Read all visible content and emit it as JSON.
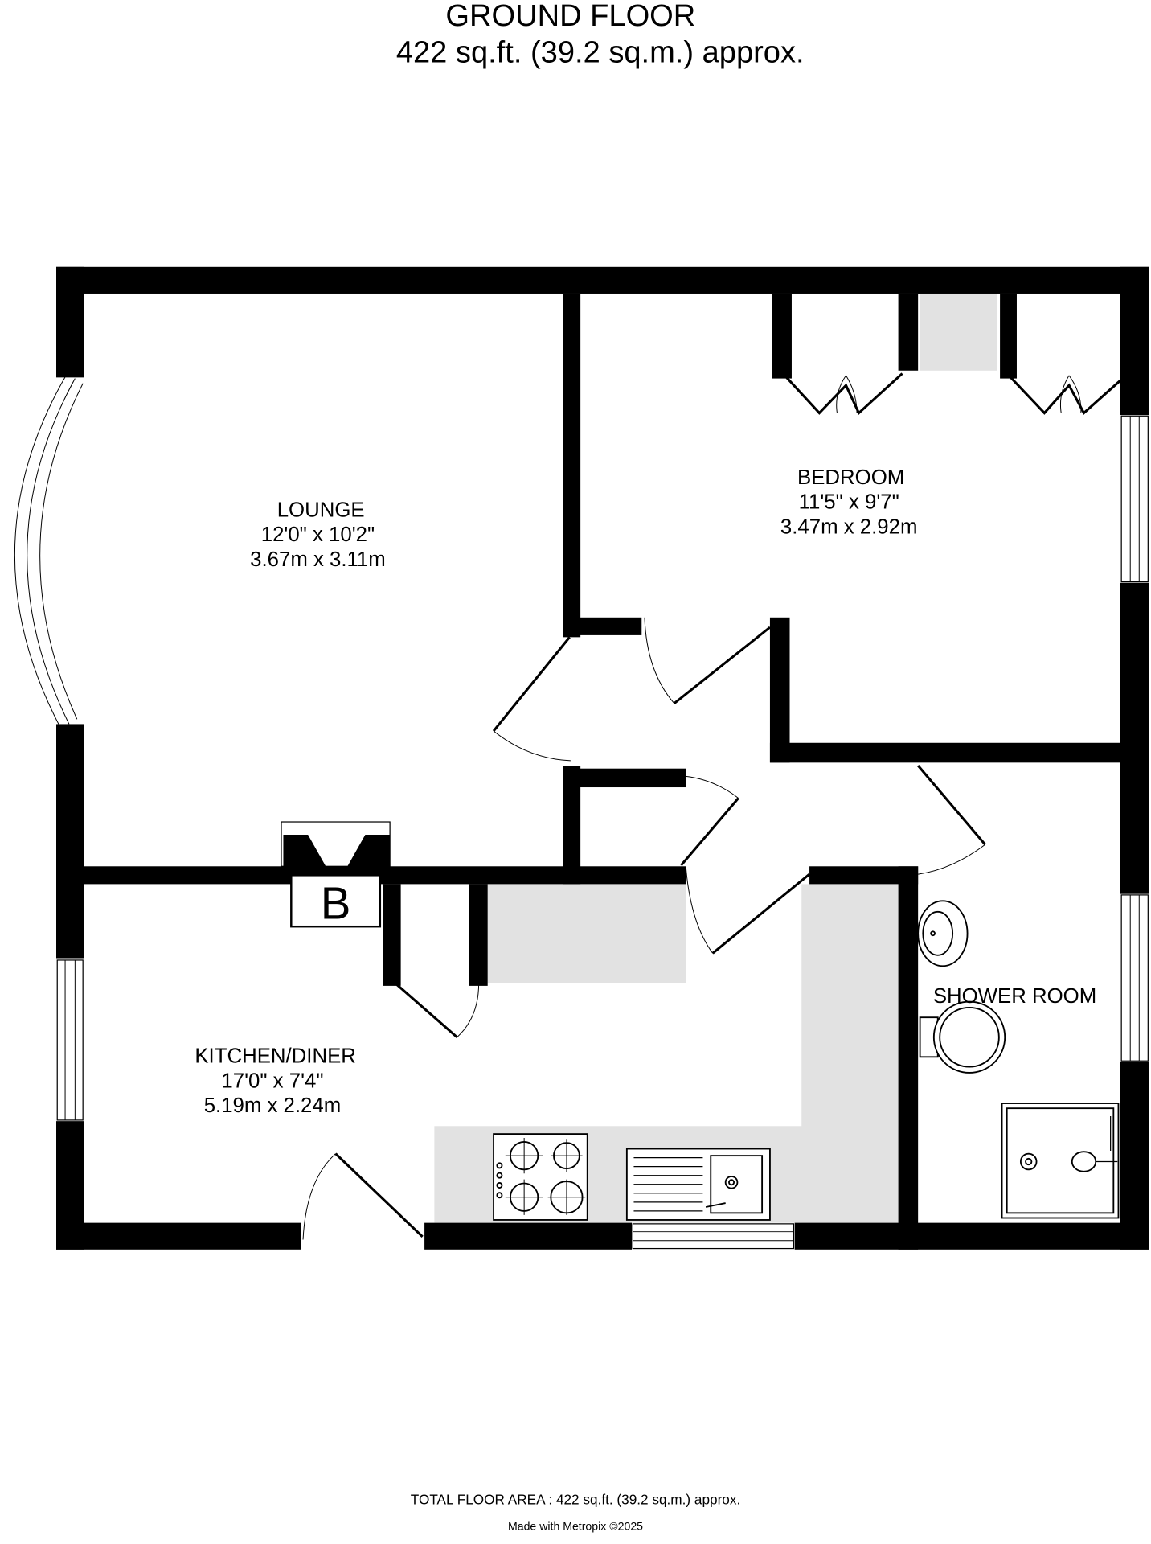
{
  "header": {
    "title": "GROUND FLOOR",
    "area": "422 sq.ft. (39.2 sq.m.) approx."
  },
  "rooms": [
    {
      "name": "LOUNGE",
      "imperial": "12'0\"  x 10'2\"",
      "metric": "3.67m  x 3.11m"
    },
    {
      "name": "BEDROOM",
      "imperial": "11'5\"  x 9'7\"",
      "metric": "3.47m  x 2.92m"
    },
    {
      "name": "KITCHEN/DINER",
      "imperial": "17'0\"  x 7'4\"",
      "metric": "5.19m  x 2.24m"
    },
    {
      "name": "SHOWER ROOM"
    }
  ],
  "boiler_label": "B",
  "footer": {
    "total": "TOTAL FLOOR AREA : 422 sq.ft. (39.2 sq.m.) approx.",
    "credit": "Made with Metropix ©2025"
  }
}
